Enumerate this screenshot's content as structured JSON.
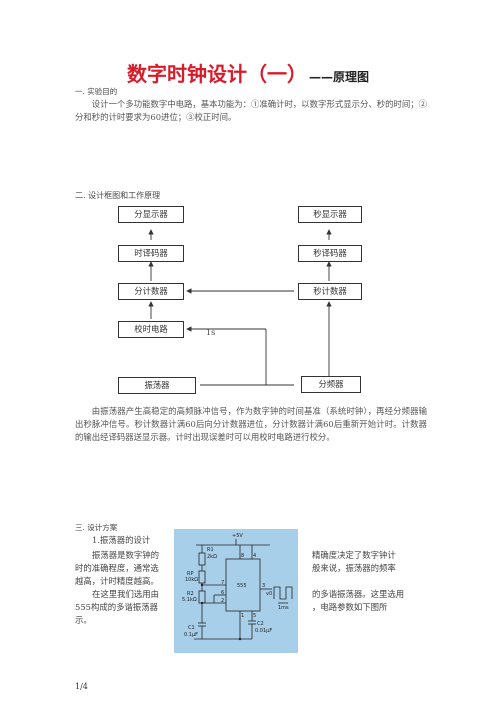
{
  "doc": {
    "title": "数字时钟设计（一）",
    "subtitle": "——原理图",
    "section1_heading": "一. 实验目的",
    "section1_text": "设计一个多功能数字中电路，基本功能为：①准确计时，以数字形式显示分、秒的时间；②分和秒的计时要求为60进位；③校正时间。",
    "section2_heading": "二. 设计框图和工作原理",
    "diagram": {
      "min_display": "分显示器",
      "sec_display": "秒显示器",
      "min_decoder": "时译码器",
      "sec_decoder": "秒译码器",
      "min_counter": "分计数器",
      "sec_counter": "秒计数器",
      "calib": "校时电路",
      "oscillator": "振荡器",
      "divider": "分频器",
      "signal_label": "1s"
    },
    "section2_text": "由振荡器产生高稳定的高频脉冲信号，作为数字钟的时间基准（系统时钟），再经分频器输出秒脉冲信号。秒计数器计满60后向分计数器进位，分计数器计满60后重新开始计时。计数器的输出经译码器送显示器。计时出现误差时可以用校时电路进行校分。",
    "section3_heading": "三. 设计方案",
    "section3_sub": "1.振荡器的设计",
    "section3_lines": [
      "振荡器是数字钟的",
      "时的准确程度，通常选",
      "越高，计时精度越高。",
      "在这里我们选用由",
      "555构成的多谐振荡器",
      "示。"
    ],
    "section3_right_lines": [
      "精确度决定了数字钟计",
      "般来说，振荡器的频率",
      "",
      "的多谐振荡器。这里选用",
      "，电路参数如下图所",
      ""
    ],
    "circuit": {
      "vcc": "+5V",
      "r1": "R1",
      "r1_val": "2kΩ",
      "rp": "RP",
      "rp_val": "10kΩ",
      "r2": "R2",
      "r2_val": "5.1kΩ",
      "chip": "555",
      "c1": "C1",
      "c1_val": "0.1μF",
      "c2": "C2",
      "c2_val": "0.01μF",
      "out": "v0",
      "pulse_label": "1ms",
      "pins": [
        "8",
        "4",
        "7",
        "6",
        "2",
        "1",
        "5",
        "3"
      ]
    },
    "page_number": "1/4"
  }
}
